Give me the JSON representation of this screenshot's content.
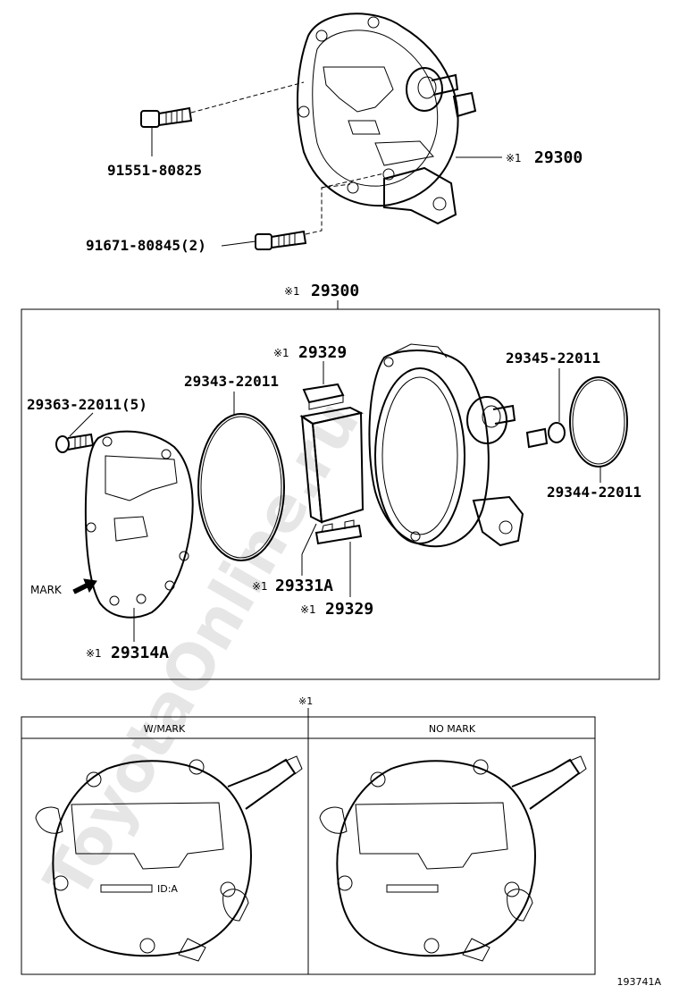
{
  "watermark": "ToyotaOnline.ru",
  "figure_id": "193741A",
  "top": {
    "bolt1": "91551-80825",
    "bolt2": "91671-80845(2)",
    "assembly_mark": "※1",
    "assembly": "29300"
  },
  "box": {
    "header_mark": "※1",
    "header": "29300",
    "screw": "29363-22011(5)",
    "oring_large": "29343-22011",
    "cap_top_mark": "※1",
    "cap_top": "29329",
    "oring_small": "29345-22011",
    "oring_right": "29344-22011",
    "vane_mark": "※1",
    "vane": "29331A",
    "cap_bottom_mark": "※1",
    "cap_bottom": "29329",
    "cover_mark": "※1",
    "cover": "29314A",
    "mark_label": "MARK"
  },
  "bottom": {
    "mark": "※1",
    "col_left": "W/MARK",
    "col_right": "NO MARK",
    "id_text": "ID:A"
  }
}
